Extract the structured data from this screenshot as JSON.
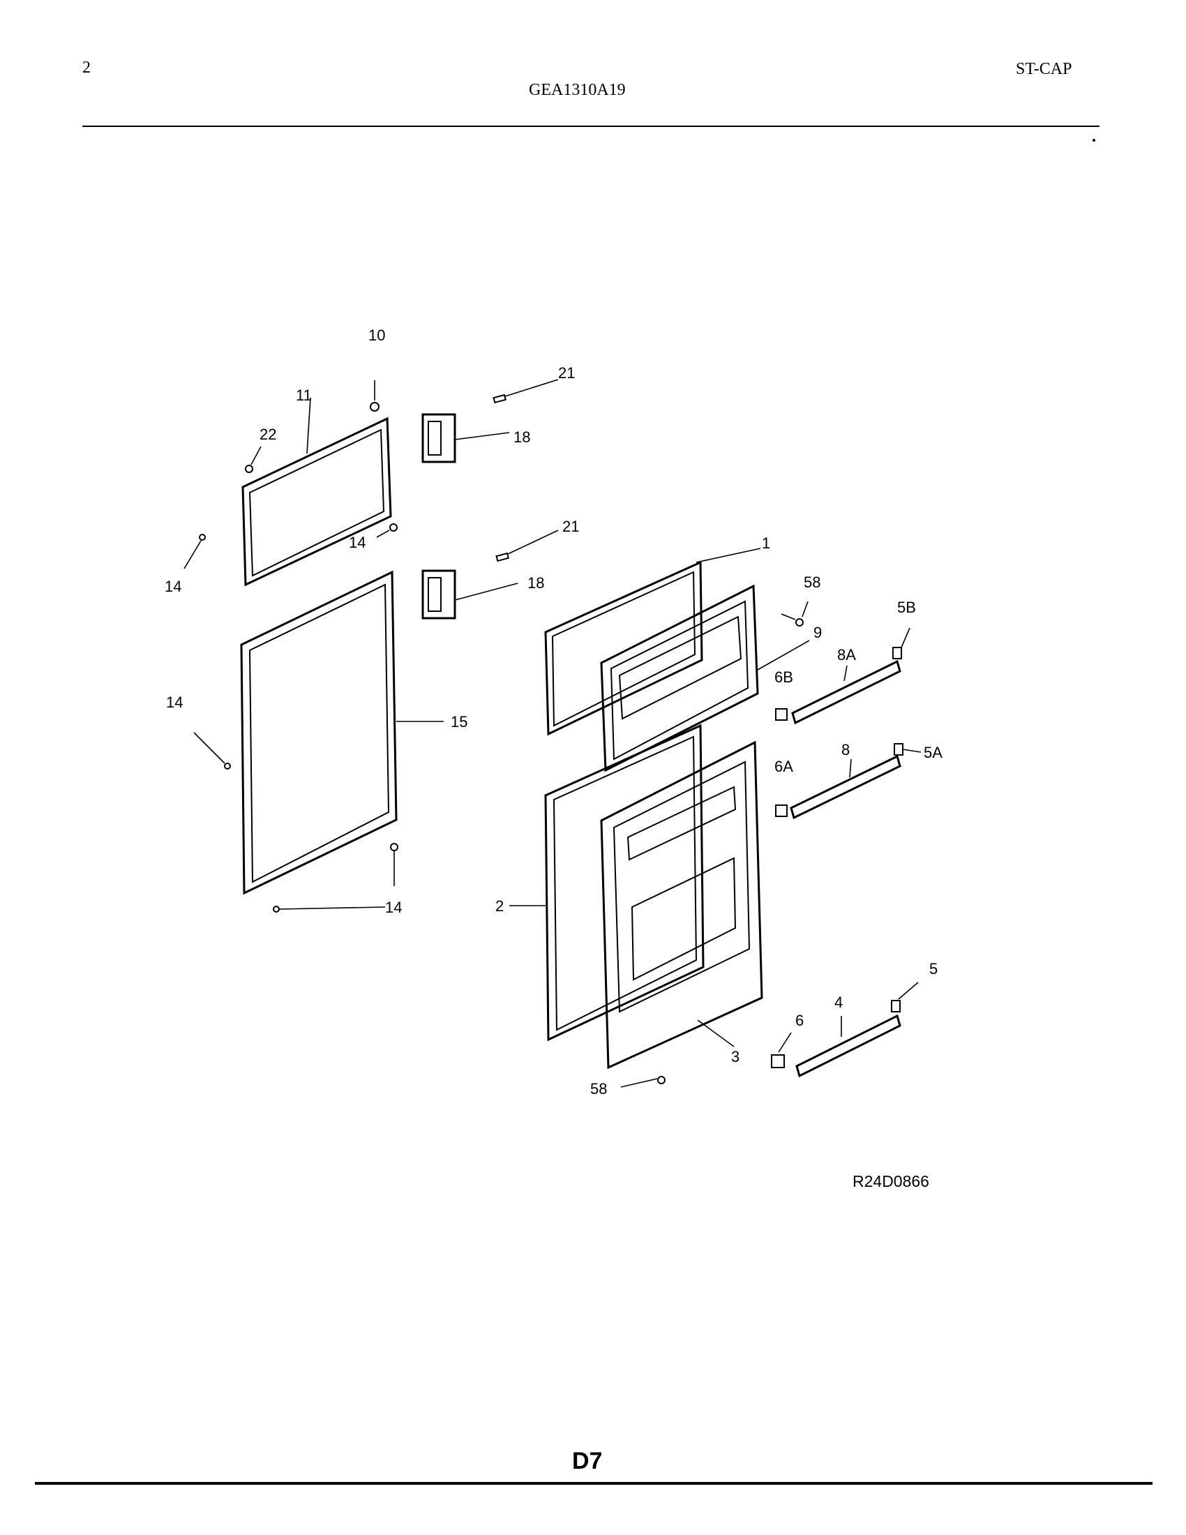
{
  "header": {
    "page_number": "2",
    "model": "GEA1310A19",
    "section": "ST-CAP"
  },
  "callouts": {
    "c10": "10",
    "c11": "11",
    "c22": "22",
    "c14a": "14",
    "c14b": "14",
    "c14c": "14",
    "c14d": "14",
    "c15": "15",
    "c21a": "21",
    "c21b": "21",
    "c18a": "18",
    "c18b": "18",
    "c1": "1",
    "c58a": "58",
    "c58b": "58",
    "c9": "9",
    "c5B": "5B",
    "c8A": "8A",
    "c6B": "6B",
    "c8": "8",
    "c5A": "5A",
    "c6A": "6A",
    "c2": "2",
    "c5": "5",
    "c4": "4",
    "c6": "6",
    "c3": "3"
  },
  "footer": {
    "drawing_number": "R24D0866",
    "page_code": "D7"
  }
}
